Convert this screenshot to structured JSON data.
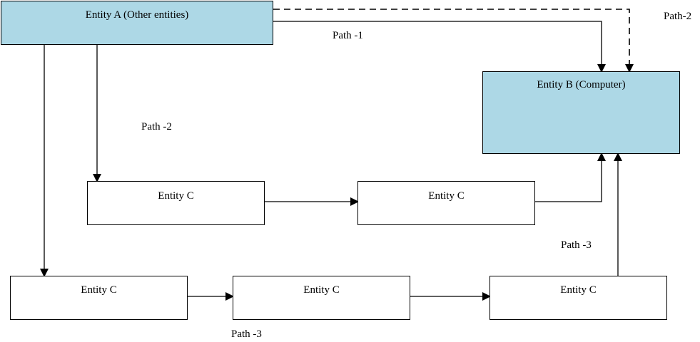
{
  "entities": {
    "a": "Entity A (Other entities)",
    "b": "Entity B (Computer)",
    "c1": "Entity C",
    "c2": "Entity C",
    "c3": "Entity C",
    "c4": "Entity C",
    "c5": "Entity C"
  },
  "paths": {
    "path1": "Path -1",
    "path2_top": "Path-2",
    "path2_left": "Path -2",
    "path3_right": "Path -3",
    "path3_bottom": "Path -3"
  },
  "colors": {
    "entity_fill_highlight": "#add8e6",
    "entity_fill": "#ffffff",
    "line": "#000000"
  }
}
